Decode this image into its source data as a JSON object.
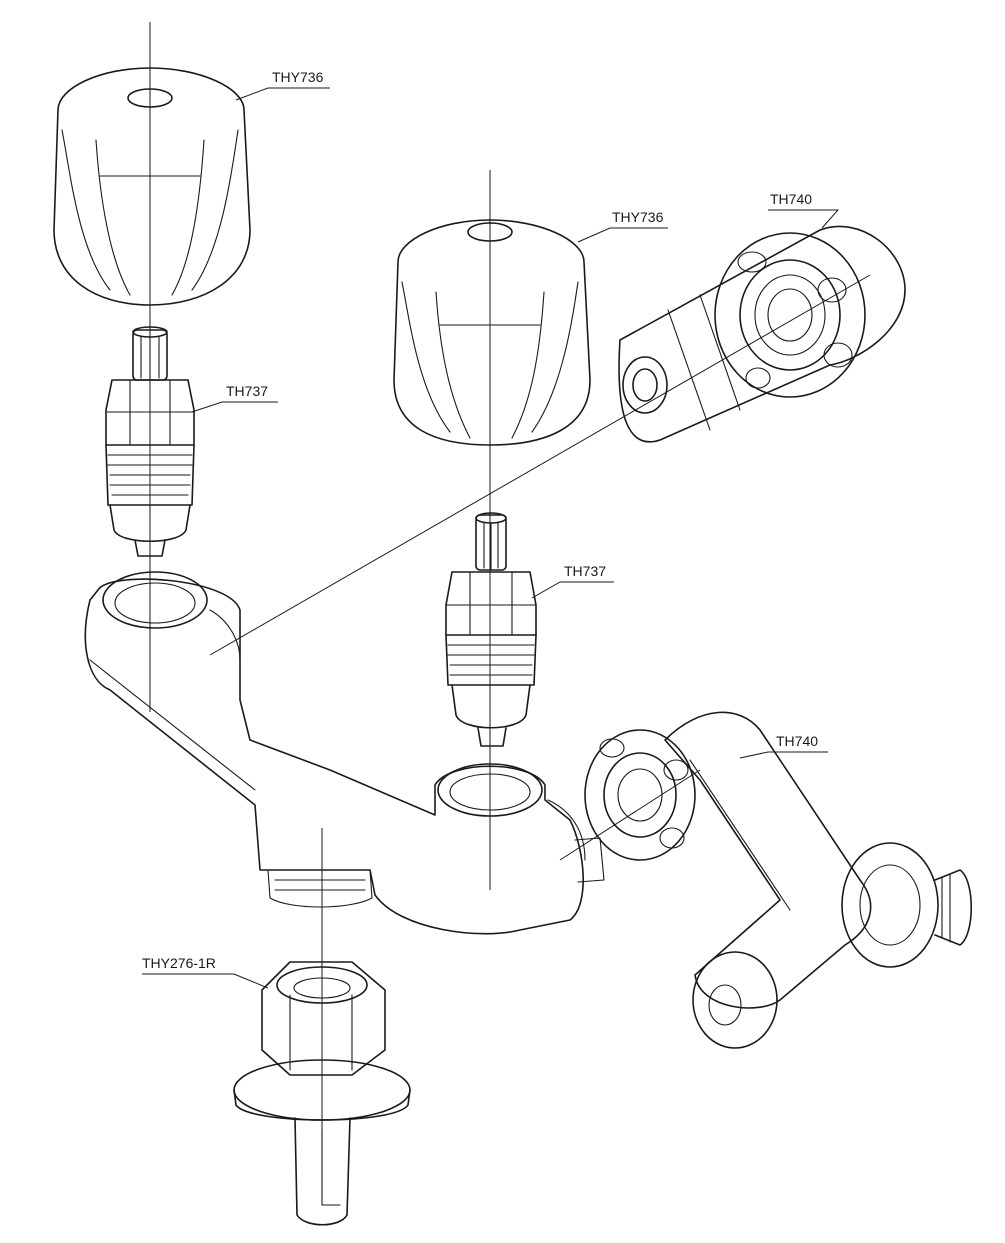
{
  "labels": {
    "knob_left": "THY736",
    "knob_center": "THY736",
    "elbow_top": "TH740",
    "cartridge_left": "TH737",
    "cartridge_center": "TH737",
    "elbow_right": "TH740",
    "nut_bottom": "THY276-1R"
  },
  "colors": {
    "line": "#1a1a1a",
    "background": "#ffffff"
  }
}
